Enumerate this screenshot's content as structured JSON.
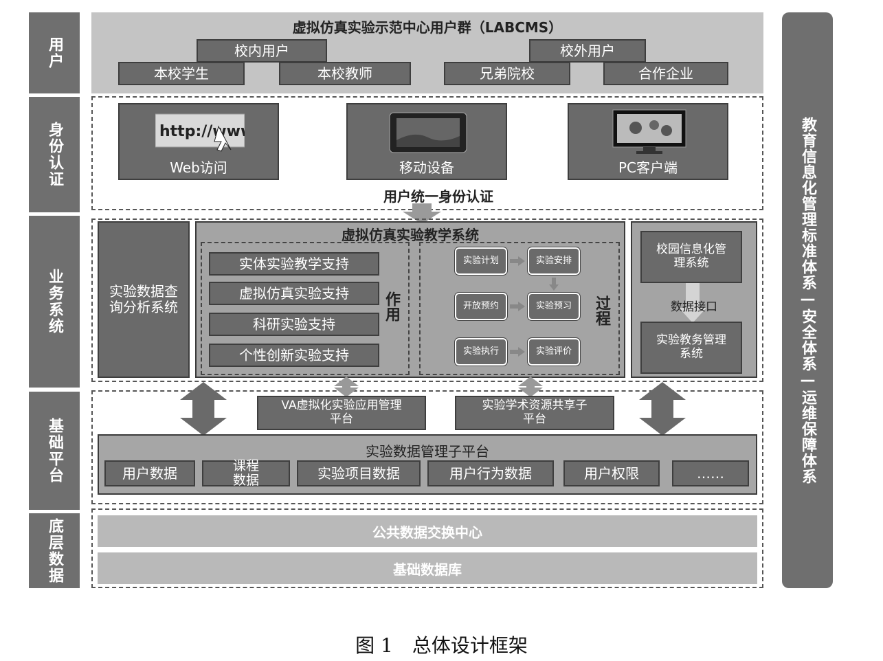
{
  "layers": {
    "user": "用户",
    "auth": "身份认证",
    "business": "业务系统",
    "platform": "基础平台",
    "data": "底层数据"
  },
  "right_bar": "教育信息化管理标准体系—安全体系—运维保障体系",
  "users": {
    "title": "虚拟仿真实验示范中心用户群（LABCMS）",
    "internal": "校内用户",
    "external": "校外用户",
    "students": "本校学生",
    "teachers": "本校教师",
    "colleges": "兄弟院校",
    "enterprises": "合作企业"
  },
  "access": {
    "web": "Web访问",
    "web_img_text": "http://www",
    "mobile": "移动设备",
    "pc": "PC客户端",
    "auth_title": "用户统一身份认证"
  },
  "business": {
    "query_system": "实验数据查询分析系统",
    "teaching_system": "虚拟仿真实验教学系统",
    "roles": [
      "实体实验教学支持",
      "虚拟仿真实验支持",
      "科研实验支持",
      "个性创新实验支持"
    ],
    "roles_label": "作用",
    "process_label": "过程",
    "process": [
      "实验计划",
      "实验安排",
      "开放预约",
      "实验预习",
      "实验执行",
      "实验评价"
    ],
    "campus_system": "校园信息化管理系统",
    "data_interface": "数据接口",
    "edu_system": "实验教务管理系统"
  },
  "platform": {
    "va_platform": "VA虚拟化实验应用管理平台",
    "resource_platform": "实验学术资源共享子平台",
    "data_platform": "实验数据管理子平台",
    "data_items": [
      "用户数据",
      "课程数据",
      "实验项目数据",
      "用户行为数据",
      "用户权限",
      "……"
    ]
  },
  "bottom": {
    "exchange": "公共数据交换中心",
    "database": "基础数据库"
  },
  "caption": "图 1　总体设计框架"
}
